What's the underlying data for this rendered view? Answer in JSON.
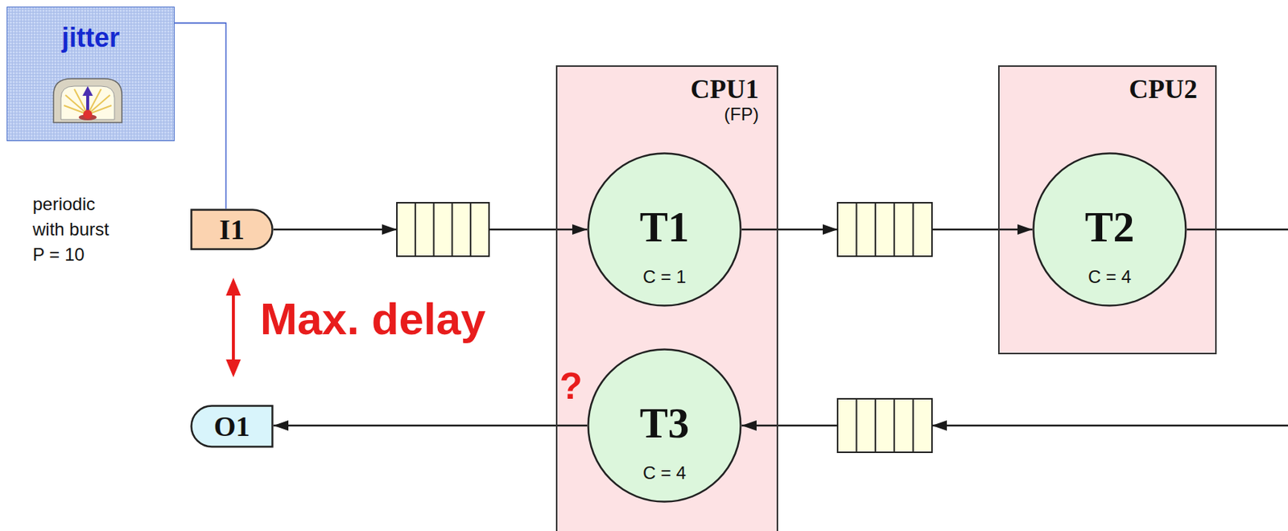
{
  "diagram": {
    "nodes": [
      {
        "text": [
          "jitter"
        ]
      },
      {
        "text": [
          "I1"
        ]
      },
      {
        "text": [
          "CPU1",
          "(FP)"
        ]
      },
      {
        "text": [
          "T1",
          "C = 1"
        ],
        "in": 2
      },
      {
        "text": [
          "CPU2"
        ]
      },
      {
        "text": [
          "T2",
          "C = 4"
        ],
        "in": 4
      },
      {
        "text": [
          "T3",
          "C = 4"
        ],
        "in": 2
      },
      {
        "text": [
          "O1"
        ]
      }
    ],
    "edges": [
      {
        "from": 0,
        "to": 1,
        "arrow": "none"
      },
      {
        "from": 1,
        "to": 3,
        "arrow": "to"
      },
      {
        "from": 3,
        "to": 5,
        "arrow": "to"
      },
      {
        "from": 5,
        "to": 6,
        "arrow": "to"
      },
      {
        "from": 6,
        "to": 7,
        "arrow": "to"
      }
    ],
    "labels": [
      "periodic with burst P = 10",
      "Max. delay",
      "?"
    ]
  }
}
